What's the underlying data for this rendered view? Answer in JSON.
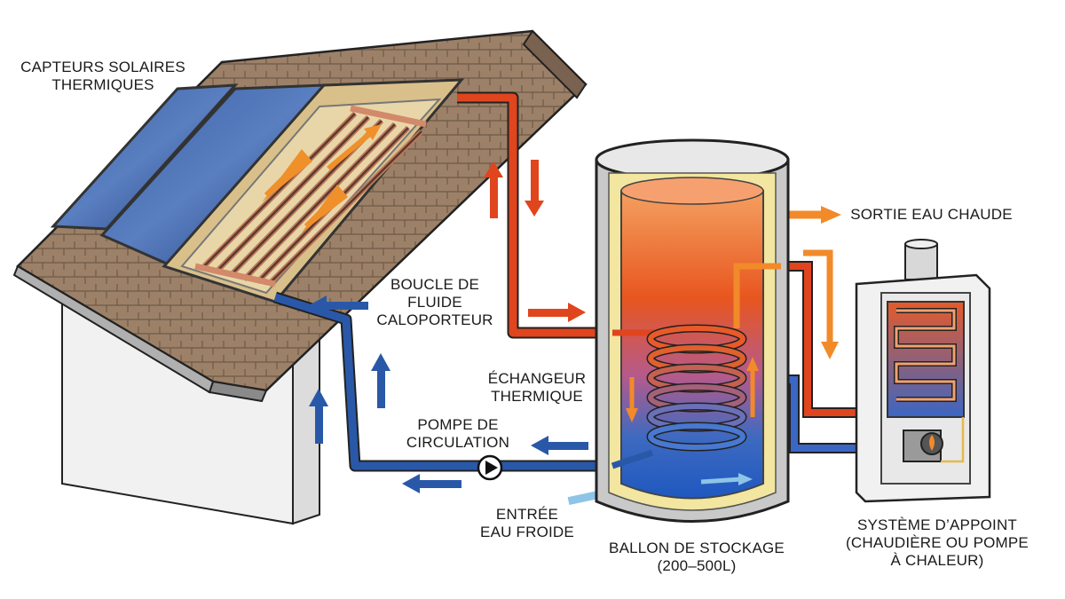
{
  "labels": {
    "collectors": [
      "CAPTEURS SOLAIRES",
      "THERMIQUES"
    ],
    "loop": [
      "BOUCLE DE",
      "FLUIDE",
      "CALOPORTEUR"
    ],
    "exchanger": [
      "ÉCHANGEUR",
      "THERMIQUE"
    ],
    "pump": [
      "POMPE DE",
      "CIRCULATION"
    ],
    "cold_inlet": [
      "ENTRÉE",
      "EAU FROIDE"
    ],
    "tank": [
      "BALLON DE STOCKAGE",
      "(200–500L)"
    ],
    "hot_outlet": "SORTIE EAU CHAUDE",
    "backup": [
      "SYSTÈME D’APPOINT",
      "(CHAUDIÈRE OU POMPE",
      "À CHALEUR)"
    ]
  },
  "colors": {
    "hot": "#e0451e",
    "warm": "#f28a2a",
    "cold": "#2a58a8",
    "cold_light": "#8ec5e6",
    "panel": "#2c4f8f",
    "roof": "#a58d74",
    "insulation": "#f2e6a0"
  }
}
